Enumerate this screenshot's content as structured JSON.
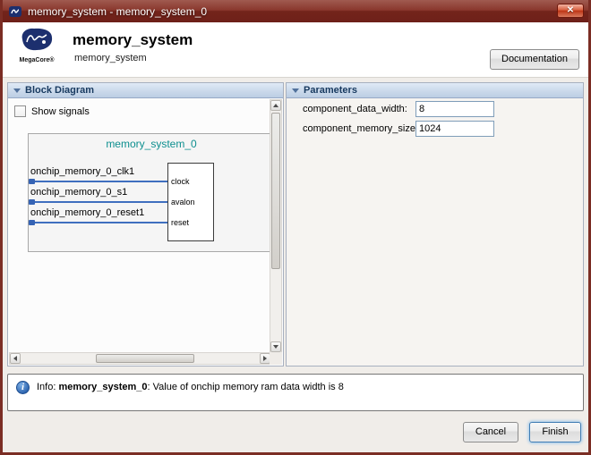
{
  "window": {
    "title": "memory_system - memory_system_0",
    "close_glyph": "✕"
  },
  "header": {
    "logo_text": "MegaCore®",
    "title": "memory_system",
    "subtitle": "memory_system",
    "documentation_button": "Documentation"
  },
  "block_diagram": {
    "header": "Block Diagram",
    "show_signals": "Show signals",
    "module_title": "memory_system_0",
    "signals": [
      {
        "name": "onchip_memory_0_clk1",
        "port": "clock"
      },
      {
        "name": "onchip_memory_0_s1",
        "port": "avalon"
      },
      {
        "name": "onchip_memory_0_reset1",
        "port": "reset"
      }
    ]
  },
  "parameters": {
    "header": "Parameters",
    "fields": [
      {
        "label": "component_data_width:",
        "value": "8"
      },
      {
        "label": "component_memory_size:",
        "value": "1024"
      }
    ]
  },
  "info": {
    "prefix": "Info: ",
    "component": "memory_system_0",
    "message": ": Value of onchip memory ram data width is 8"
  },
  "footer": {
    "cancel": "Cancel",
    "finish": "Finish"
  },
  "colors": {
    "titlebar": "#8a382d",
    "panel_header": "#c9d8ea",
    "signal_blue": "#3f6fbf",
    "module_teal": "#0d8f8f",
    "close_red": "#bd3415"
  }
}
